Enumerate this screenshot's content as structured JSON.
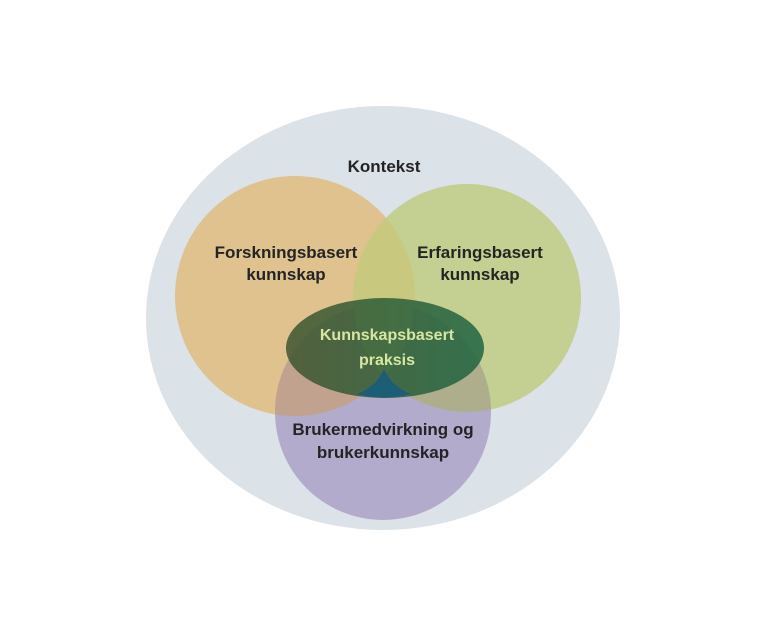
{
  "figure": {
    "background_color": "#FFFFFF",
    "label_color": "#242424",
    "context": {
      "label": "Kontekst",
      "fill": "#DBE2E8"
    },
    "circles": {
      "research": {
        "line1": "Forskningsbasert",
        "line2": "kunnskap",
        "fill": "#DFC28E"
      },
      "experience": {
        "line1": "Erfaringsbasert",
        "line2": "kunnskap",
        "fill": "#C4CF92"
      },
      "user": {
        "line1": "Brukermedvirkning og",
        "line2": "brukerkunnskap",
        "fill": "#B3ABCC"
      }
    },
    "center": {
      "line1": "Kunnskapsbasert",
      "line2": "praksis",
      "fill_left": "#3E552F",
      "fill_right": "#1E6541",
      "text_color": "#D8E6A1"
    },
    "overlap_colors": {
      "research_experience": "#C8C97E",
      "research_user": "#C1A28E",
      "experience_user": "#AFAE8C",
      "triple_center": "#1D5E77"
    }
  }
}
